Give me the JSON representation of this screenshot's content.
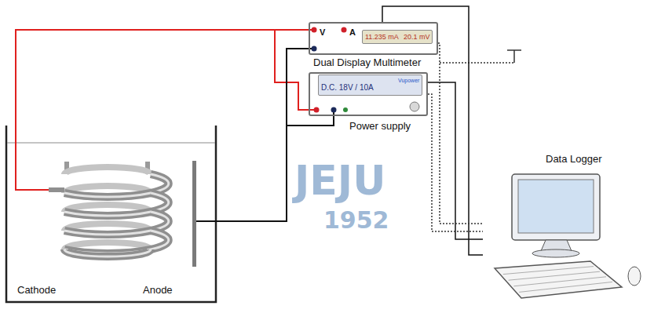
{
  "diagram": {
    "nodes": [
      {
        "text": [
          "Dual Display Multimeter",
          "V",
          "A",
          "11.235 mA",
          "20.1 mV"
        ]
      },
      {
        "text": [
          "Power supply",
          "D.C. 18V / 10A",
          "Vupower"
        ]
      },
      {
        "text": [
          "Cathode"
        ]
      },
      {
        "text": [
          "Anode"
        ]
      },
      {
        "text": [
          "Data Logger"
        ]
      }
    ],
    "edges": [
      {
        "from": 2,
        "to": 0,
        "arrow": "none"
      },
      {
        "from": 2,
        "to": 1,
        "arrow": "none"
      },
      {
        "from": 3,
        "to": 0,
        "arrow": "none"
      },
      {
        "from": 3,
        "to": 1,
        "arrow": "none"
      },
      {
        "from": 0,
        "to": 4,
        "arrow": "none"
      },
      {
        "from": 1,
        "to": 4,
        "arrow": "none"
      },
      {
        "from": 0,
        "to": 4,
        "arrow": "none"
      },
      {
        "from": 1,
        "to": 4,
        "arrow": "none"
      }
    ],
    "labels": [
      "JEJU",
      "1952"
    ]
  }
}
